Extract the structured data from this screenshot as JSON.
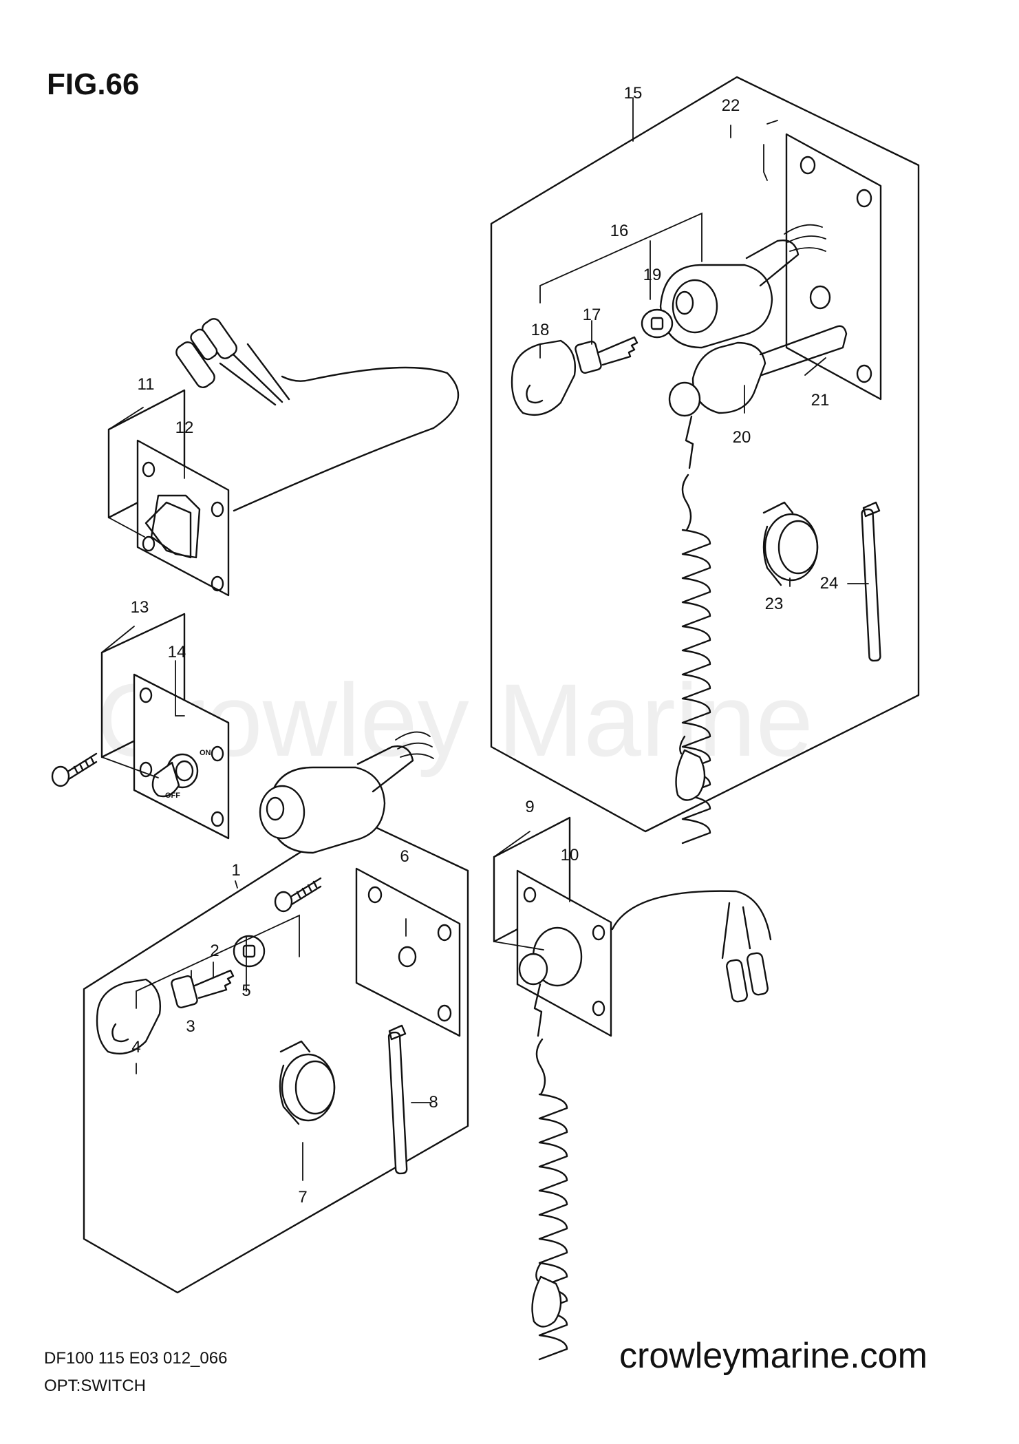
{
  "figure": {
    "title": "FIG.66",
    "model_code": "DF100 115 E03 012_066",
    "subtitle": "OPT:SWITCH",
    "website": "crowleymarine.com",
    "watermark": "Crowley Marine",
    "switch_on": "ON",
    "switch_off": "OFF"
  },
  "callouts": [
    "1",
    "2",
    "3",
    "4",
    "5",
    "6",
    "7",
    "8",
    "9",
    "10",
    "11",
    "12",
    "13",
    "14",
    "15",
    "16",
    "17",
    "18",
    "19",
    "20",
    "21",
    "22",
    "23",
    "24"
  ]
}
